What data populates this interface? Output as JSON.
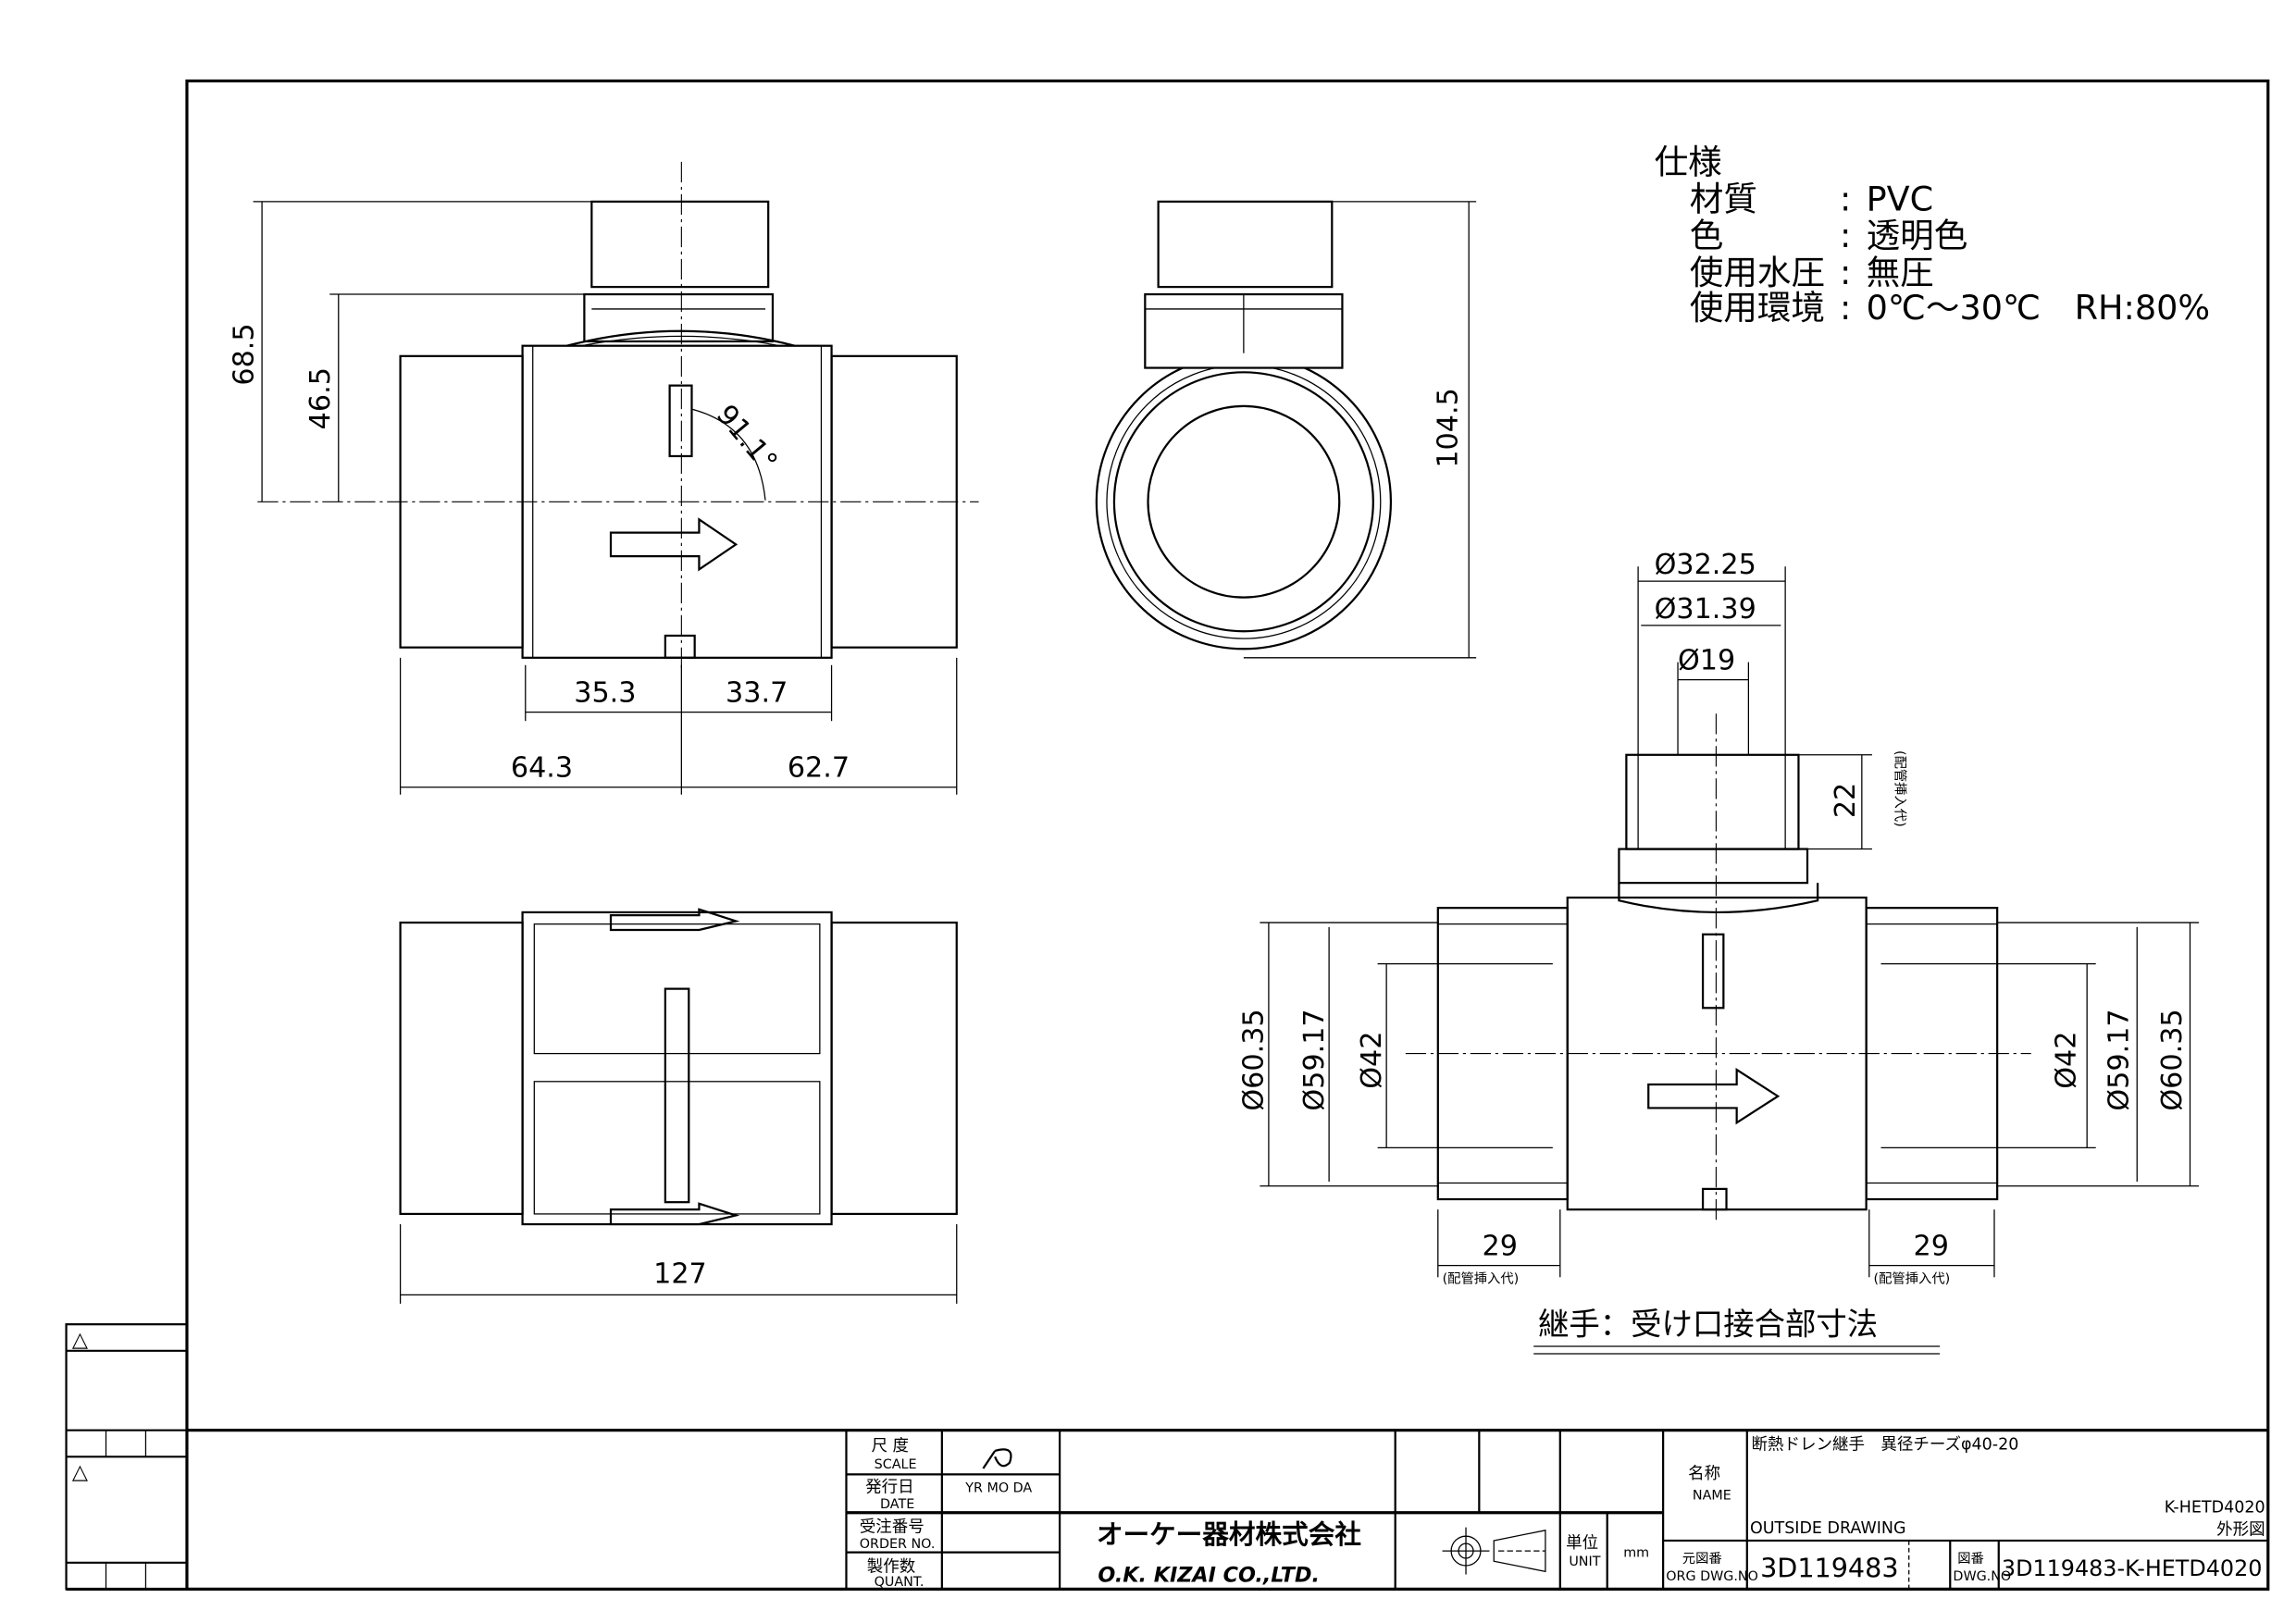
{
  "spec": {
    "heading": "仕様",
    "rows": [
      {
        "label": "材質",
        "value": "PVC"
      },
      {
        "label": "色",
        "value": "透明色"
      },
      {
        "label": "使用水圧",
        "value": "無圧"
      },
      {
        "label": "使用環境",
        "value": "0℃～30℃　RH:80%"
      }
    ],
    "separator": ":"
  },
  "front_view": {
    "h_total": "68.5",
    "h_branch": "46.5",
    "angle": "91.1°",
    "left_half": "35.3",
    "right_half": "33.7",
    "left_len": "64.3",
    "right_len": "62.7"
  },
  "side_view": {
    "height": "104.5"
  },
  "bottom_view": {
    "length": "127"
  },
  "section_view": {
    "d1": "Ø32.25",
    "d2": "Ø31.39",
    "d3": "Ø19",
    "branch_depth": "22",
    "insert_note": "(配管挿入代)",
    "left_d1": "Ø60.35",
    "left_d2": "Ø59.17",
    "left_d3": "Ø42",
    "right_d1": "Ø60.35",
    "right_d2": "Ø59.17",
    "right_d3": "Ø42",
    "left_depth": "29",
    "right_depth": "29",
    "caption": "継手：受け口接合部寸法"
  },
  "title_block": {
    "scale_label": "尺 度",
    "scale_en": "SCALE",
    "scale_value": "NS",
    "date_label": "発行日",
    "date_en": "DATE",
    "date_value": "YR  MO  DA",
    "order_label": "受注番号",
    "order_en": "ORDER NO.",
    "quant_label": "製作数",
    "quant_en": "QUANT.",
    "company_jp": "オーケー器材株式会社",
    "company_en": "O.K. KIZAI CO.,LTD.",
    "unit_label": "単位",
    "unit_en": "UNIT",
    "unit_value": "mm",
    "name_label": "名称",
    "name_en": "NAME",
    "product_name": "断熱ドレン継手　異径チーズφ40-20",
    "drawing_type_en": "OUTSIDE DRAWING",
    "model": "K-HETD4020",
    "drawing_type_jp": "外形図",
    "org_label": "元図番",
    "org_en": "ORG DWG.NO",
    "org_no": "3D119483",
    "dwg_label": "図番",
    "dwg_en": "DWG.NO",
    "dwg_no": "3D119483-K-HETD4020"
  },
  "revision_marks": [
    "△",
    "△"
  ]
}
